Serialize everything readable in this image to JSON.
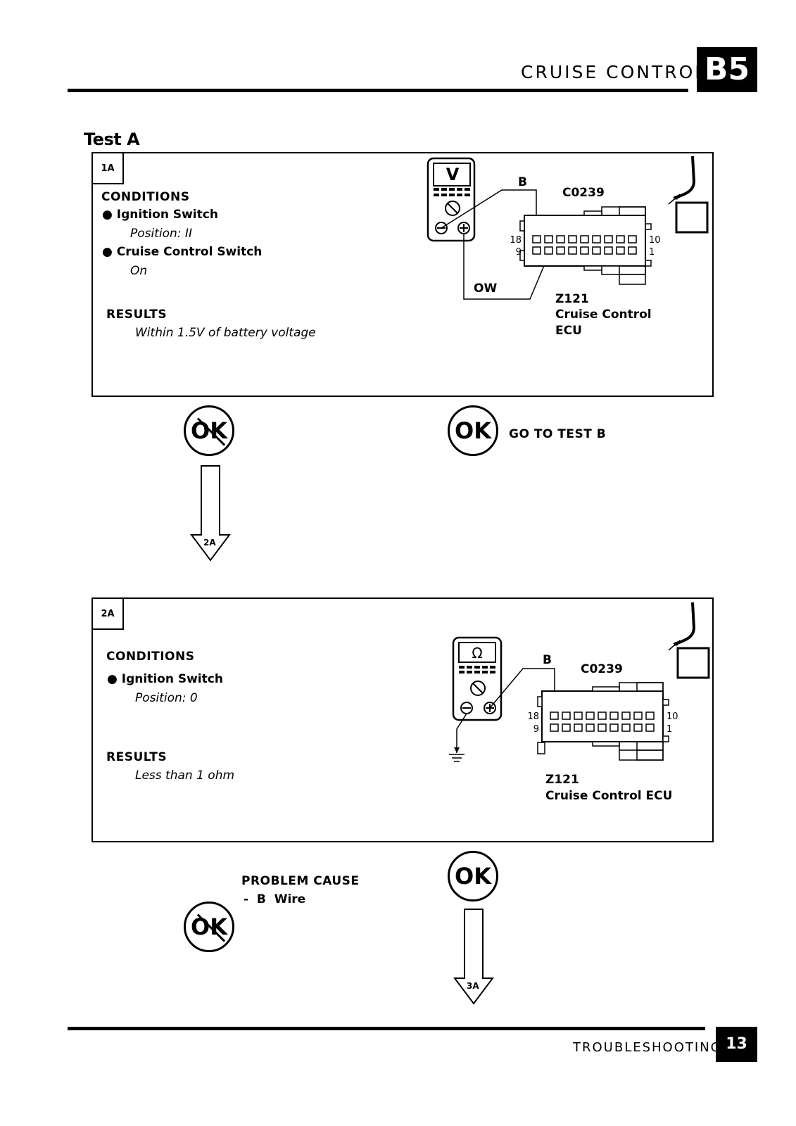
{
  "header": {
    "section_title": "CRUISE CONTROL",
    "section_code": "B5"
  },
  "test_title": "Test A",
  "step_1a": {
    "tag": "1A",
    "conditions_heading": "CONDITIONS",
    "conditions": [
      {
        "item": "Ignition Switch",
        "detail": "Position: II"
      },
      {
        "item": "Cruise Control Switch",
        "detail": "On"
      }
    ],
    "results_heading": "RESULTS",
    "results_text": "Within 1.5V of battery voltage",
    "diagram": {
      "meter_symbol": "V",
      "wire_top": "B",
      "wire_bottom": "OW",
      "connector": "C0239",
      "pin_left_top": "18",
      "pin_left_bottom": "9",
      "pin_right_top": "10",
      "pin_right_bottom": "1",
      "component_code": "Z121",
      "component_name_line1": "Cruise Control",
      "component_name_line2": "ECU"
    }
  },
  "outcome_1a": {
    "not_ok_label": "OK",
    "ok_label": "OK",
    "ok_action": "GO TO TEST B",
    "next_step": "2A"
  },
  "step_2a": {
    "tag": "2A",
    "conditions_heading": "CONDITIONS",
    "conditions": [
      {
        "item": "Ignition Switch",
        "detail": "Position: 0"
      }
    ],
    "results_heading": "RESULTS",
    "results_text": "Less than 1 ohm",
    "diagram": {
      "meter_symbol": "Ω",
      "wire_top": "B",
      "connector": "C0239",
      "pin_left_top": "18",
      "pin_left_bottom": "9",
      "pin_right_top": "10",
      "pin_right_bottom": "1",
      "component_code": "Z121",
      "component_name": "Cruise Control ECU"
    }
  },
  "outcome_2a": {
    "not_ok_label": "OK",
    "problem_heading": "PROBLEM CAUSE",
    "problem_dash": "-",
    "problem_wire": "B",
    "problem_item": "Wire",
    "ok_label": "OK",
    "next_step": "3A"
  },
  "footer": {
    "section_label": "TROUBLESHOOTING",
    "page_number": "13"
  }
}
